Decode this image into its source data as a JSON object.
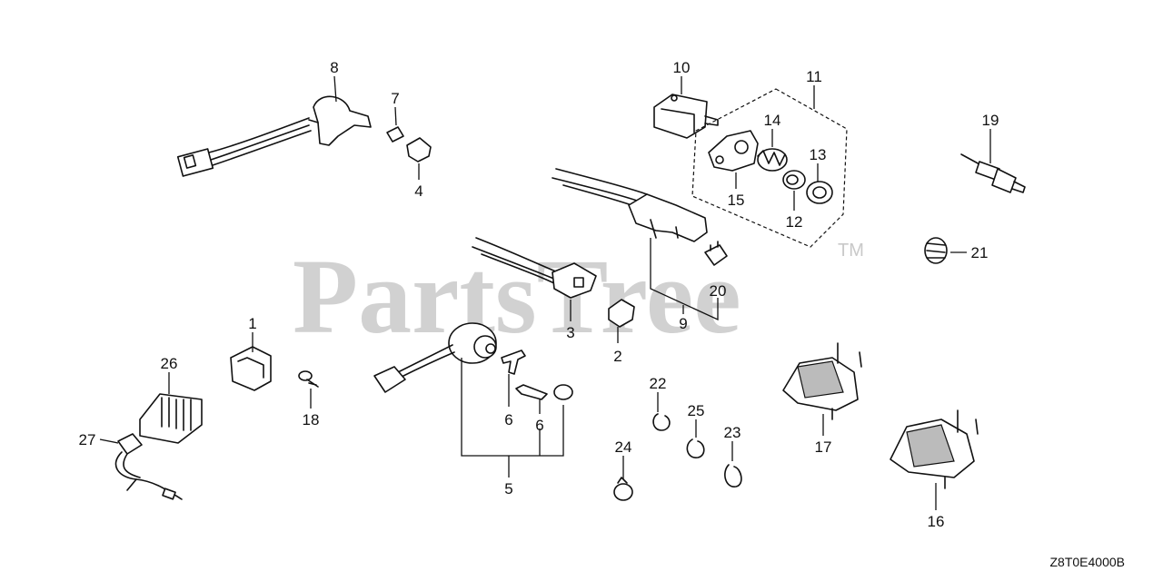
{
  "watermark": {
    "text": "PartsTree",
    "trademark": "TM"
  },
  "drawing_code": "Z8T0E4000B",
  "callouts": [
    {
      "id": "c1",
      "label": "1"
    },
    {
      "id": "c2",
      "label": "2"
    },
    {
      "id": "c3",
      "label": "3"
    },
    {
      "id": "c4",
      "label": "4"
    },
    {
      "id": "c5",
      "label": "5"
    },
    {
      "id": "c6a",
      "label": "6"
    },
    {
      "id": "c6b",
      "label": "6"
    },
    {
      "id": "c7",
      "label": "7"
    },
    {
      "id": "c8",
      "label": "8"
    },
    {
      "id": "c9",
      "label": "9"
    },
    {
      "id": "c10",
      "label": "10"
    },
    {
      "id": "c11",
      "label": "11"
    },
    {
      "id": "c12",
      "label": "12"
    },
    {
      "id": "c13",
      "label": "13"
    },
    {
      "id": "c14",
      "label": "14"
    },
    {
      "id": "c15",
      "label": "15"
    },
    {
      "id": "c16",
      "label": "16"
    },
    {
      "id": "c17",
      "label": "17"
    },
    {
      "id": "c18",
      "label": "18"
    },
    {
      "id": "c19",
      "label": "19"
    },
    {
      "id": "c20",
      "label": "20"
    },
    {
      "id": "c21",
      "label": "21"
    },
    {
      "id": "c22",
      "label": "22"
    },
    {
      "id": "c23",
      "label": "23"
    },
    {
      "id": "c24",
      "label": "24"
    },
    {
      "id": "c25",
      "label": "25"
    },
    {
      "id": "c26",
      "label": "26"
    },
    {
      "id": "c27",
      "label": "27"
    }
  ]
}
